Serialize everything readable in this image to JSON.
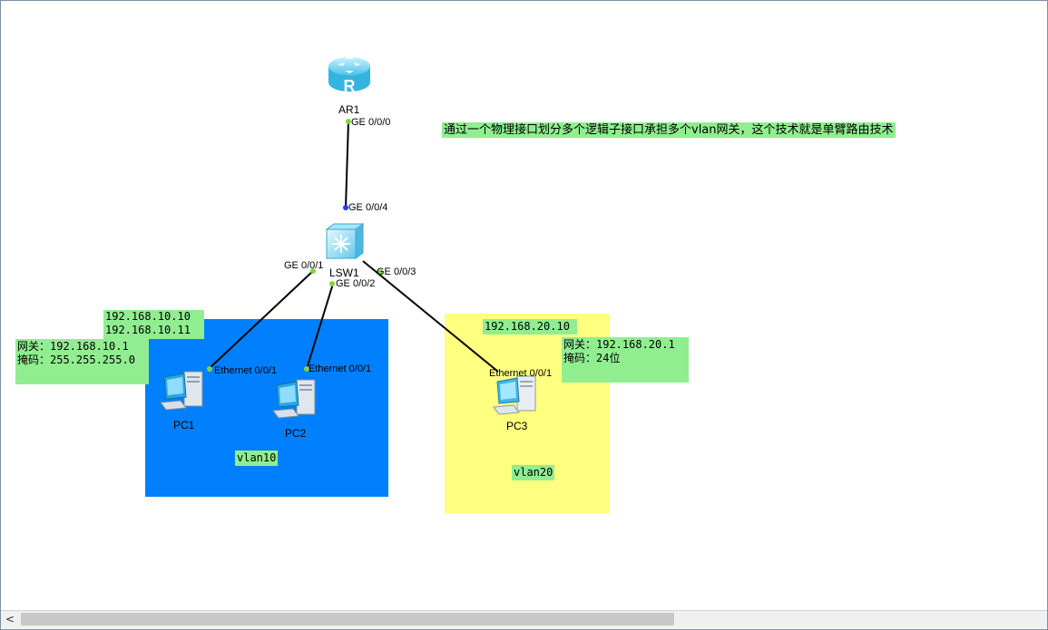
{
  "devices": {
    "router": "AR1",
    "switch": "LSW1",
    "pc1": "PC1",
    "pc2": "PC2",
    "pc3": "PC3"
  },
  "ports": {
    "ar1_ge000": "GE 0/0/0",
    "lsw1_ge004": "GE 0/0/4",
    "lsw1_ge001": "GE 0/0/1",
    "lsw1_ge002": "GE 0/0/2",
    "lsw1_ge003": "GE 0/0/3",
    "pc1_eth": "Ethernet 0/0/1",
    "pc2_eth": "Ethernet 0/0/1",
    "pc3_eth": "Ethernet 0/0/1"
  },
  "notes": {
    "description": "通过一个物理接口划分多个逻辑子接口承担多个vlan网关，这个技术就是单臂路由技术",
    "vlan10_ips": "192.168.10.10\n192.168.10.11",
    "vlan10_gw": "网关：192.168.10.1\n掩码：255.255.255.0",
    "vlan10_name": "vlan10",
    "vlan20_ip": "192.168.20.10",
    "vlan20_gw": "网关：192.168.20.1\n掩码：24位",
    "vlan20_name": "vlan20"
  },
  "colors": {
    "vlan10_zone": "#0080ff",
    "vlan20_zone": "#ffff80",
    "note_bg": "#90ee90",
    "port_up": "#7fd63a",
    "port_blue": "#1f3ff0",
    "link": "#000000"
  },
  "icons": {
    "router": "router-icon",
    "switch": "switch-icon",
    "pc": "pc-icon"
  },
  "scrollbar": {
    "left_arrow": "<"
  }
}
